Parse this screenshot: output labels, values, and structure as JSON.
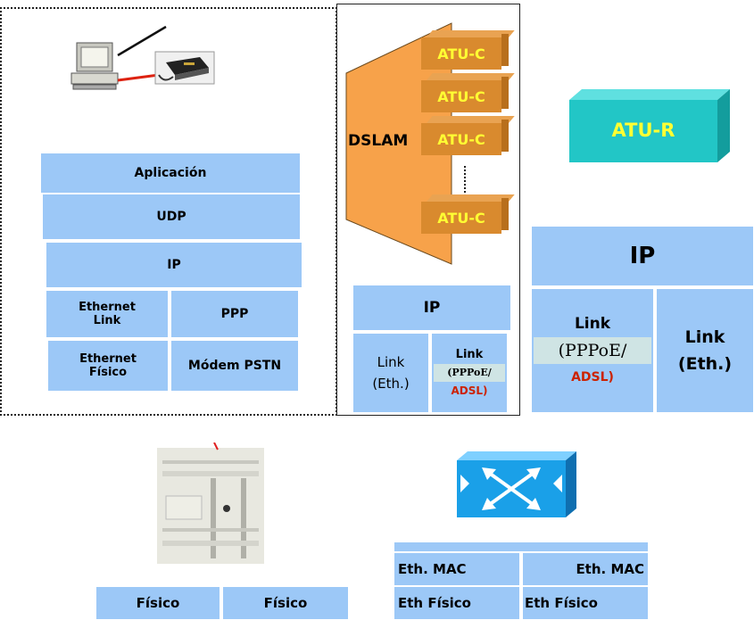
{
  "left_stack": {
    "app": "Aplicación",
    "udp": "UDP",
    "ip": "IP",
    "eth_link": "Ethernet Link",
    "ppp": "PPP",
    "eth_fisico": "Ethernet Físico",
    "modem": "Módem PSTN"
  },
  "dslam": {
    "label": "DSLAM",
    "atu_c": [
      "ATU-C",
      "ATU-C",
      "ATU-C",
      "ATU-C"
    ]
  },
  "dslam_stack": {
    "ip": "IP",
    "link_eth_1": "Link",
    "link_eth_2": "(Eth.)",
    "link_pppoe_1": "Link",
    "link_pppoe_2": "(PPPoE/",
    "link_pppoe_3": "ADSL)"
  },
  "atu_r": {
    "label": "ATU-R"
  },
  "atu_r_stack": {
    "ip": "IP",
    "link_1": "Link",
    "link_2": "(PPPoE/",
    "link_3": "ADSL)",
    "link_eth_1": "Link",
    "link_eth_2": "(Eth.)"
  },
  "hub_stack": {
    "fisico_1": "Físico",
    "fisico_2": "Físico"
  },
  "switch_stack": {
    "mac_1": "Eth. MAC",
    "mac_2": "Eth. MAC",
    "fisico_1": "Eth Físico",
    "fisico_2": "Eth Físico"
  },
  "colors": {
    "cell": "#9cc8f7",
    "dslam_orange": "#f7a24a",
    "atu_c": "#d98a2e",
    "atu_c_text": "#ffff33",
    "atu_r": "#20c8c8",
    "adsl_red": "#cc2200"
  }
}
